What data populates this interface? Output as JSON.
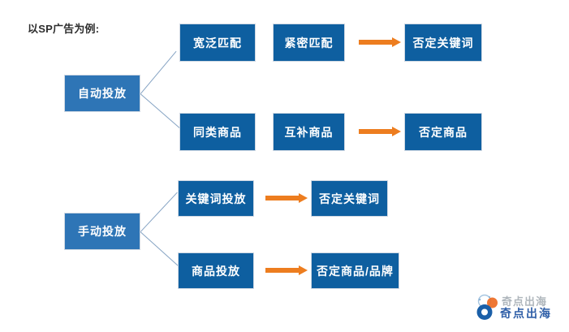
{
  "diagram": {
    "caption": "以SP广告为例:",
    "background_color": "#ffffff",
    "box_color": "#0E5FA0",
    "root_box_color": "#2E75B6",
    "arrow_color": "#ED7D1F",
    "connector_color": "#7e9ec0",
    "groups": [
      {
        "id": "automatic",
        "root_label": "自动投放",
        "rows": [
          {
            "id": "broad-match",
            "stages": [
              "宽泛匹配",
              "紧密匹配"
            ],
            "arrow": true,
            "result": "否定关键词"
          },
          {
            "id": "similar-product",
            "stages": [
              "同类商品",
              "互补商品"
            ],
            "arrow": true,
            "result": "否定商品"
          }
        ]
      },
      {
        "id": "manual",
        "root_label": "手动投放",
        "rows": [
          {
            "id": "keyword-targeting",
            "stages": [
              "关键词投放"
            ],
            "arrow": true,
            "result": "否定关键词"
          },
          {
            "id": "product-targeting",
            "stages": [
              "商品投放"
            ],
            "arrow": true,
            "result": "否定商品/品牌"
          }
        ]
      }
    ]
  },
  "watermark": {
    "text_top": "奇点出海",
    "text_bottom": "奇点出海",
    "mark_orange": "#ED6B23",
    "mark_blue": "#1A5FA8"
  }
}
